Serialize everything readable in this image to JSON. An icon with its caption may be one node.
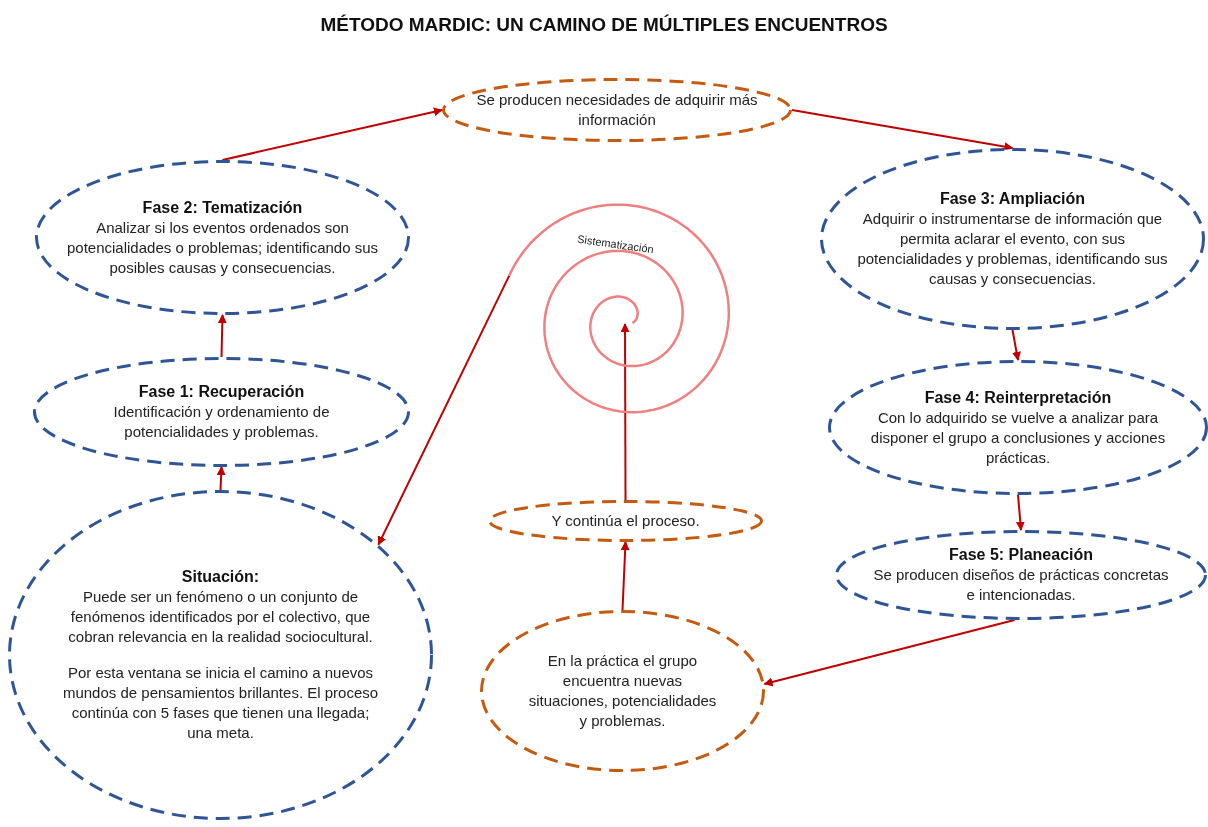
{
  "diagram": {
    "title": "MÉTODO MARDIC: UN CAMINO DE MÚLTIPLES ENCUENTROS",
    "nodes": [
      {
        "text": [
          "Se producen necesidades de adquirir más información"
        ]
      },
      {
        "text": [
          "Fase 2: Tematización",
          "Analizar si los eventos ordenados son potencialidades o problemas; identificando sus posibles causas y consecuencias."
        ]
      },
      {
        "text": [
          "Fase 3: Ampliación",
          "Adquirir o instrumentarse de información que permita aclarar el evento, con sus potencialidades y problemas, identificando sus causas y consecuencias."
        ]
      },
      {
        "text": [
          "Sistematización"
        ]
      },
      {
        "text": [
          "Fase 1: Recuperación",
          "Identificación y ordenamiento de potencialidades y problemas."
        ]
      },
      {
        "text": [
          "Fase 4: Reinterpretación",
          "Con lo adquirido se vuelve a analizar para disponer el grupo a conclusiones y acciones prácticas."
        ]
      },
      {
        "text": [
          "Situación:",
          "Puede ser un fenómeno o un conjunto de fenómenos identificados por el colectivo, que cobran relevancia en la realidad sociocultural.",
          "Por esta ventana se inicia el camino a nuevos mundos de pensamientos brillantes. El proceso continúa con 5 fases que tienen una llegada; una meta."
        ]
      },
      {
        "text": [
          "Y continúa el proceso."
        ]
      },
      {
        "text": [
          "Fase 5: Planeación",
          "Se producen diseños de prácticas concretas e intencionadas."
        ]
      },
      {
        "text": [
          "En la práctica el grupo encuentra nuevas situaciones, potencialidades y problemas."
        ]
      }
    ],
    "edges": [
      {
        "from": 4,
        "to": 1,
        "arrow": "to"
      },
      {
        "from": 1,
        "to": 0,
        "arrow": "to"
      },
      {
        "from": 0,
        "to": 2,
        "arrow": "to"
      },
      {
        "from": 2,
        "to": 5,
        "arrow": "to"
      },
      {
        "from": 5,
        "to": 8,
        "arrow": "to"
      },
      {
        "from": 8,
        "to": 9,
        "arrow": "to"
      },
      {
        "from": 9,
        "to": 7,
        "arrow": "to"
      },
      {
        "from": 7,
        "to": 3,
        "arrow": "to"
      },
      {
        "from": 3,
        "to": 6,
        "arrow": "to"
      },
      {
        "from": 6,
        "to": 4,
        "arrow": "to"
      }
    ]
  }
}
